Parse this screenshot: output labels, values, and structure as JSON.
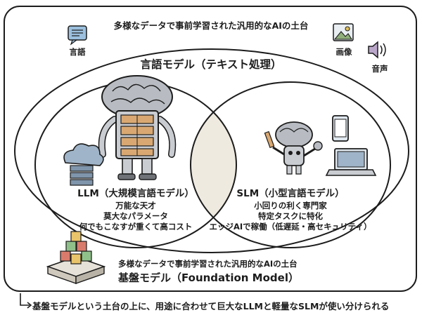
{
  "diagram": {
    "top_caption": "多様なデータで事前学習された汎用的なAIの土台",
    "icons": {
      "language_label": "言語",
      "image_label": "画像",
      "audio_label": "音声",
      "language_icon": "speech-bubble-icon",
      "image_icon": "picture-icon",
      "audio_icon": "speaker-icon"
    },
    "language_model": {
      "title": "言語モデル（テキスト処理）"
    },
    "llm": {
      "title": "LLM（大規模言語モデル）",
      "lines": [
        "万能な天才",
        "莫大なパラメータ",
        "何でもこなすが重くて高コスト"
      ],
      "icons": [
        "brain-robot-icon",
        "cloud-server-icon"
      ]
    },
    "slm": {
      "title": "SLM（小型言語モデル）",
      "lines": [
        "小回りの利く専門家",
        "特定タスクに特化",
        "エッジAIで稼働（低遅延・高セキュリティ）"
      ],
      "icons": [
        "small-brain-robot-icon",
        "smartphone-icon",
        "laptop-icon"
      ]
    },
    "foundation": {
      "caption": "多様なデータで事前学習された汎用的なAIの土台",
      "title": "基盤モデル（Foundation Model）",
      "icon": "cube-stack-icon"
    },
    "footer": {
      "arrow_icon": "corner-arrow-icon",
      "text": "基盤モデルという土台の上に、用途に合わせて巨大なLLMと軽量なSLMが使い分けられる"
    },
    "colors": {
      "outline": "#1c1c1c",
      "overlap_fill": "#efeae0",
      "brain": "#b8bcc2",
      "drawer": "#d9a872",
      "cloud": "#9fb4c8",
      "cube_red": "#d97b6c",
      "cube_green": "#8fc08a",
      "cube_yellow": "#eac46a"
    }
  }
}
